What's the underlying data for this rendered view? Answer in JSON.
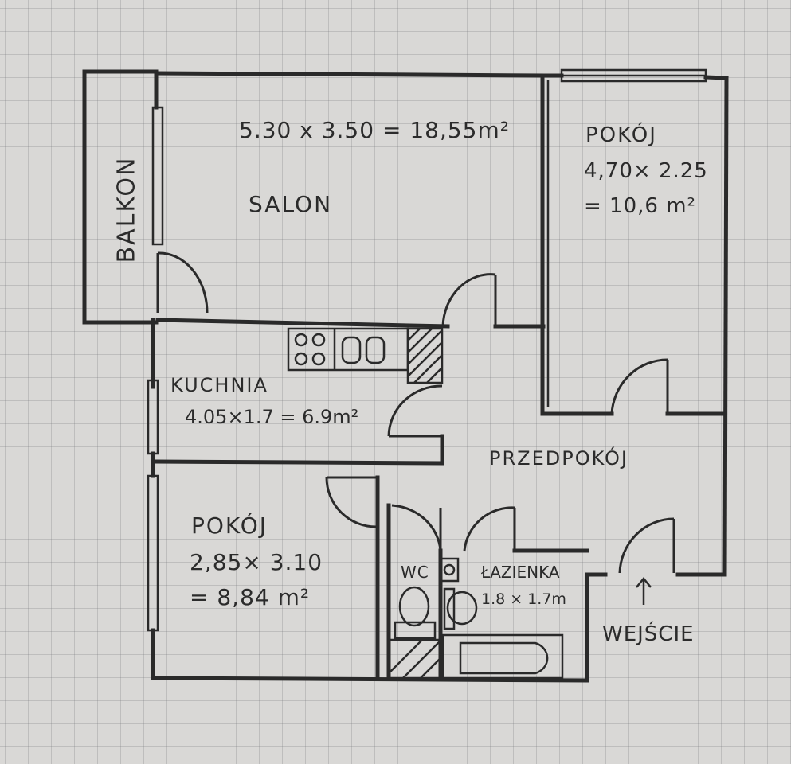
{
  "rooms": {
    "balkon": {
      "name": "BALKON"
    },
    "salon": {
      "name": "SALON",
      "area": "5.30 x 3.50 = 18,55m²"
    },
    "pokoj_right": {
      "name": "POKÓJ",
      "dims": "4,70× 2.25",
      "area": "= 10,6 m²"
    },
    "kuchnia": {
      "name": "KUCHNIA",
      "area": "4.05×1.7 = 6.9m²"
    },
    "przedpokoj": {
      "name": "PRZEDPOKÓJ"
    },
    "pokoj_left": {
      "name": "POKÓJ",
      "dims": "2,85× 3.10",
      "area": "= 8,84 m²"
    },
    "wc": {
      "name": "WC"
    },
    "lazienka": {
      "name": "ŁAZIENKA",
      "dims": "1.8 × 1.7m"
    }
  },
  "entrance": {
    "label": "WEJŚCIE",
    "arrow": "up-arrow-icon"
  }
}
